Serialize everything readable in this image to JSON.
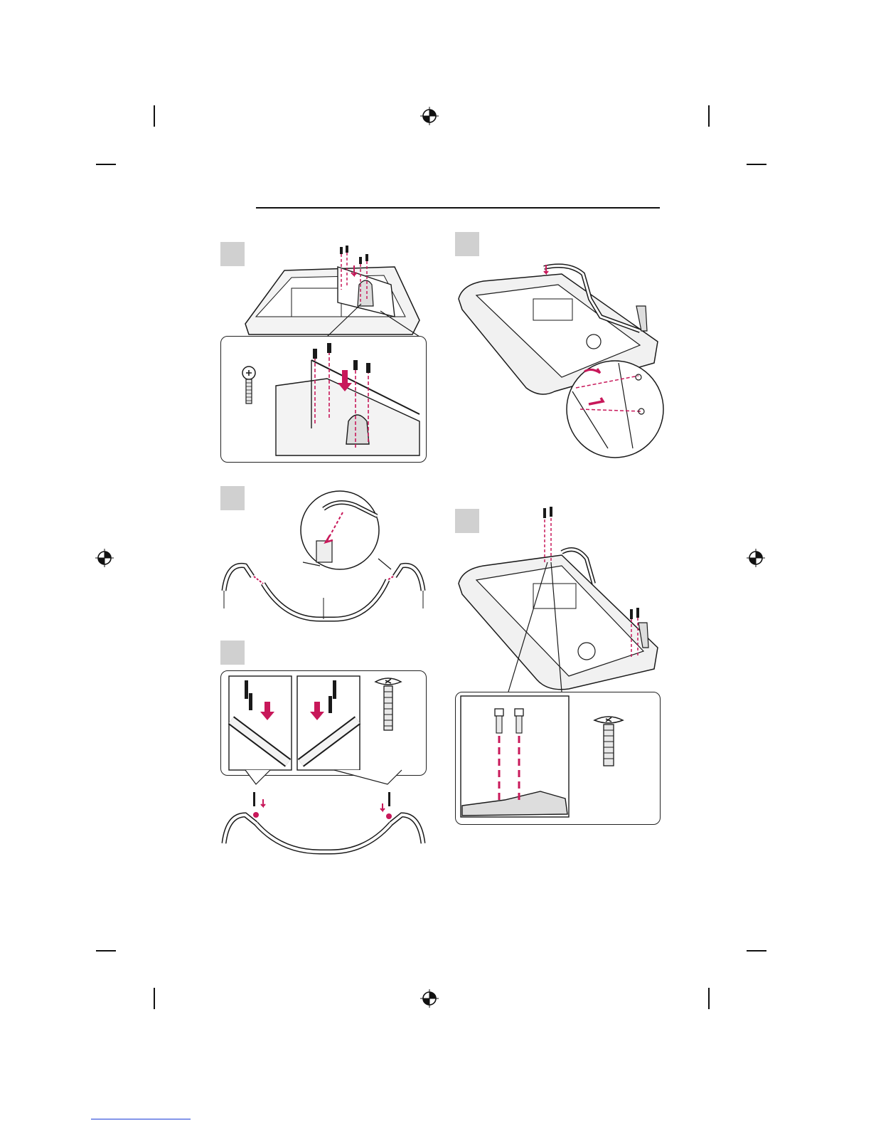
{
  "page": {
    "accent_color": "#c8185a",
    "line_color": "#1a1a1a",
    "step_badge_color": "#d0d0d0",
    "footer_link_color": "#1a3bd6"
  },
  "registration_marks": [
    "crosshair-icon",
    "crosshair-icon",
    "crosshair-icon",
    "crosshair-icon"
  ],
  "steps": [
    {
      "panel": "top-left",
      "subject": "stand-body-attached-to-tv-back-with-four-screws"
    },
    {
      "panel": "top-right",
      "subject": "stand-frame-hooked-into-tv-base"
    },
    {
      "panel": "middle-left",
      "subject": "stand-arms-joined-to-center-bar"
    },
    {
      "panel": "bottom-left",
      "subject": "stand-arms-screwed-to-center-bar"
    },
    {
      "panel": "bottom-right",
      "subject": "stand-frame-screwed-to-tv-with-four-screws"
    }
  ]
}
